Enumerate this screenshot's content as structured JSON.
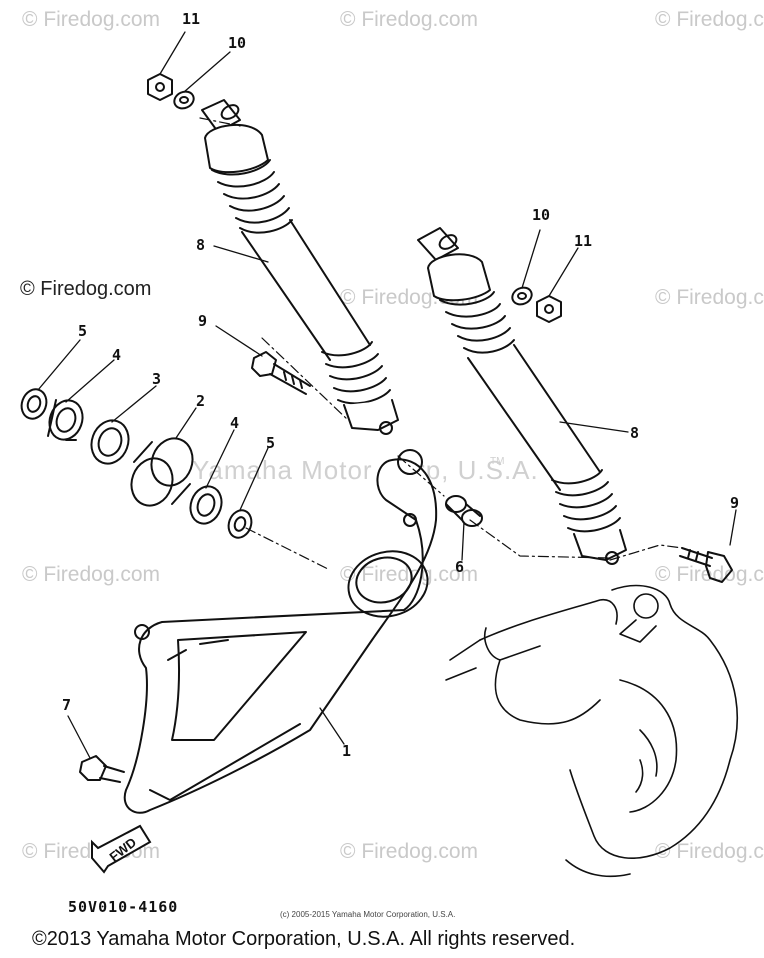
{
  "watermark": {
    "brand": "Firedog.com",
    "brand_copyright": "© Firedog.com",
    "trademark": "Yamaha Motor Corp, U.S.A.",
    "tm_symbol": "TM"
  },
  "part_labels": [
    "11",
    "10",
    "8",
    "10",
    "11",
    "9",
    "5",
    "4",
    "3",
    "2",
    "4",
    "5",
    "8",
    "6",
    "9",
    "7",
    "1"
  ],
  "fwd_label": "FWD",
  "diagram_code": "50V010-4160",
  "small_copyright": "(c) 2005-2015 Yamaha Motor Corporation, U.S.A.",
  "footer_copyright": "©2013 Yamaha Motor Corporation, U.S.A. All rights reserved.",
  "colors": {
    "line": "#111111",
    "watermark": "#c9c9c9",
    "background": "#ffffff"
  }
}
